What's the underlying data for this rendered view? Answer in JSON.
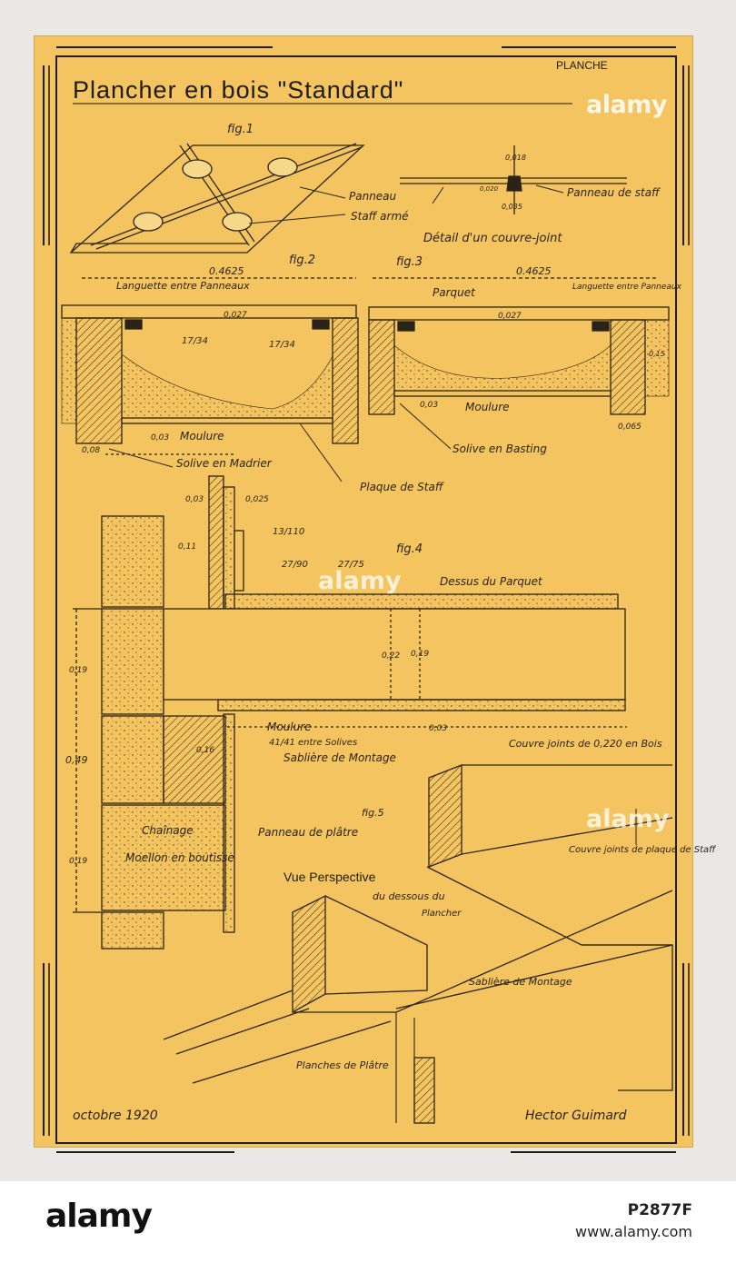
{
  "header": {
    "title": "Plancher en bois \"Standard\"",
    "planche": "PLANCHE"
  },
  "fig1": {
    "label": "fig.1",
    "panneau": "Panneau",
    "staff_arme": "Staff armé"
  },
  "detail": {
    "title": "Détail d'un couvre-joint",
    "panneau_de_staff": "Panneau de staff",
    "dim_top": "0,018",
    "dim_side": "0,035",
    "dim_left": "0,020"
  },
  "fig2": {
    "label": "fig.2",
    "width": "0.4625",
    "languette": "Languette entre Panneaux",
    "thickness": "0,027",
    "cleat_a": "17/34",
    "cleat_b": "17/34",
    "moulure": "Moulure",
    "moulure_dim": "0,03",
    "solive_dim": "0,08",
    "solive": "Solive en Madrier",
    "plaque": "Plaque de Staff"
  },
  "fig3": {
    "label": "fig.3",
    "width": "0.4625",
    "parquet": "Parquet",
    "languette": "Languette entre Panneaux",
    "thickness": "0,027",
    "moulure": "Moulure",
    "moulure_dim": "0,03",
    "side_dim": "0,065",
    "solive": "Solive en Basting",
    "right_dim": "0,15"
  },
  "fig4": {
    "label": "fig.4",
    "dim_003": "0,03",
    "dim_0025": "0,025",
    "dim_011": "0,11",
    "dim_13_110": "13/110",
    "dim_27_90": "27/90",
    "dim_27_75": "27/75",
    "dessus_parquet": "Dessus du Parquet",
    "dim_022": "0,22",
    "dim_019": "0,19",
    "dim_019b": "0,19",
    "dim_019c": "0,19",
    "moulure": "Moulure",
    "moulure_dim": "0,03",
    "dim_41": "41/41 entre Solives",
    "sabliere": "Sablière de Montage",
    "couvre_joints": "Couvre joints de 0,220 en Bois",
    "dim_total": "0,49",
    "chainage": "Chaînage",
    "moellon": "Moellon en boutisse",
    "panneau_platre": "Panneau de plâtre",
    "dim_side": "0,16"
  },
  "fig5": {
    "label": "fig.5",
    "title": "Vue Perspective",
    "subtitle": "du dessous du",
    "subtitle2": "Plancher",
    "couvre_joints": "Couvre joints de plaque de Staff",
    "sabliere": "Sablière de Montage",
    "planches": "Planches de Plâtre"
  },
  "footer": {
    "date": "octobre 1920",
    "signature": "Hector Guimard"
  },
  "watermark": {
    "brand": "alamy",
    "image_id": "P2877F",
    "url": "www.alamy.com"
  },
  "colors": {
    "paper": "#f3c45f",
    "ink": "#1f1c14",
    "mat": "#e9e8e6"
  }
}
